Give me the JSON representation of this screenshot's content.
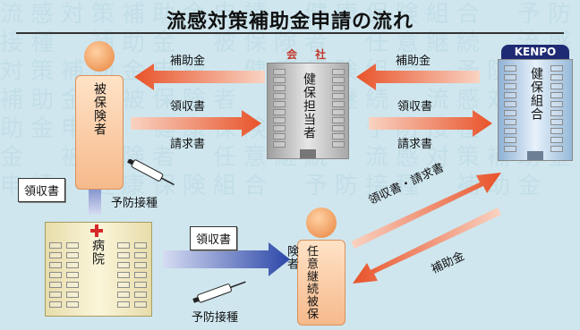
{
  "title": "流感対策補助金申請の流れ",
  "nodes": {
    "insured": "被保険者",
    "company_tag": "会 社",
    "company_officer": "健保担当者",
    "kenpo_tag": "KENPO",
    "kenpo_union": "健保組合",
    "hospital": "病院",
    "continued_insured": "任意継続被保険者"
  },
  "labels": {
    "subsidy_to_insured": "補助金",
    "receipt_to_company": "領収書",
    "claim_to_company": "請求書",
    "subsidy_to_company": "補助金",
    "receipt_to_kenpo": "領収書",
    "claim_to_kenpo": "請求書",
    "receipt_hospital_to_insured": "領収書",
    "vaccination_1": "予防接種",
    "receipt_hospital_to_continued": "領収書",
    "vaccination_2": "予防接種",
    "receipt_claim_to_kenpo": "領収書・請求書",
    "subsidy_to_continued": "補助金"
  },
  "colors": {
    "background": "#cfe6ee",
    "arrow_orange": "#e8532a",
    "arrow_blue": "#2c47a8",
    "person_orange": "#ef9a5b",
    "kenpo_navy": "#1e2a73",
    "hospital_cross": "#d62828"
  },
  "icons": [
    "syringe-icon",
    "syringe-icon",
    "red-cross-icon",
    "person-icon",
    "building-icon"
  ]
}
